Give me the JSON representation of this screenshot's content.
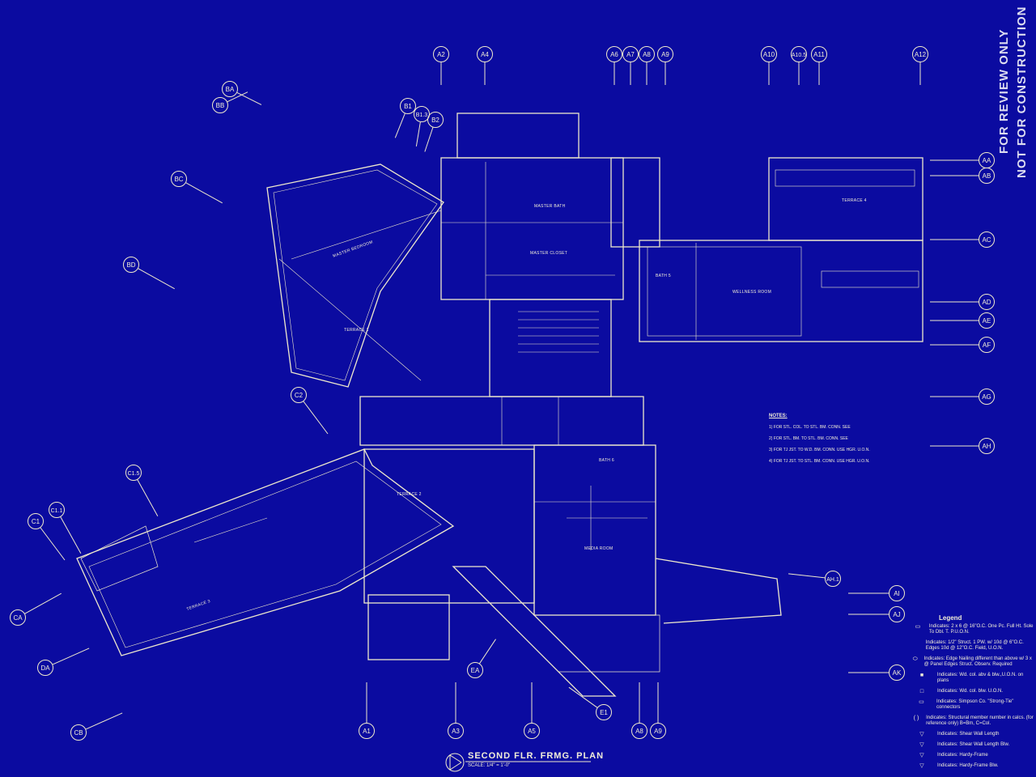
{
  "stamp": {
    "line1": "FOR REVIEW ONLY",
    "line2": "NOT FOR CONSTRUCTION"
  },
  "title": {
    "name": "SECOND FLR. FRMG. PLAN",
    "scale": "SCALE: 1/4\" = 1'-0\""
  },
  "grid_labels": [
    "A2",
    "A4",
    "A6",
    "A7",
    "A8",
    "A9",
    "A10",
    "A10.5",
    "A11",
    "A12",
    "BA",
    "BB",
    "BC",
    "BD",
    "B1",
    "B1.3",
    "B2",
    "C2",
    "C1.5",
    "C1.1",
    "C1",
    "CA",
    "DA",
    "CB",
    "AA",
    "AB",
    "AC",
    "AD",
    "AE",
    "AF",
    "AG",
    "AH",
    "AH.1",
    "AI",
    "AJ",
    "AK",
    "A1",
    "A3",
    "A5",
    "A8",
    "A9",
    "EA",
    "E1"
  ],
  "rooms": [
    "MASTER BATH",
    "MASTER CLOSET",
    "MASTER BEDROOM",
    "TERRACE 1",
    "TERRACE 2",
    "TERRACE 3",
    "TERRACE 4",
    "BATH 5",
    "WELLNESS ROOM",
    "BATH 6",
    "MEDIA ROOM"
  ],
  "notes": {
    "heading": "NOTES:",
    "items": [
      "1) FOR STL. COL. TO STL. BM. CONN. SEE",
      "2) FOR STL. BM. TO STL. BM. CONN. SEE",
      "3) FOR TJ JST. TO W.D. BM. CONN. USE    HGR. U.O.N.",
      "4) FOR TJ JST. TO STL. BM. CONN. USE    HGR. U.O.N."
    ]
  },
  "legend": {
    "title": "Legend",
    "items": [
      {
        "symbol": "▭",
        "text": "Indicates: 2 x 6 @ 16\"O.C. One Pc. Full Ht. Sole To Dbl. T. P.U.O.N."
      },
      {
        "symbol": "",
        "text": "Indicates: 1/2\" Struct. 1 PW. w/ 10d @ 6\"O.C. Edges 10d @ 12\"O.C. Field, U.O.N."
      },
      {
        "symbol": "⬭",
        "text": "Indicates: Edge Nailing different than above w/ 3 x @ Panel Edges Struct. Observ. Required"
      },
      {
        "symbol": "■",
        "text": "Indicates: Wd. col. abv & blw.,U.O.N. on plans"
      },
      {
        "symbol": "□",
        "text": "Indicates: Wd. col. blw. U.O.N."
      },
      {
        "symbol": "▭",
        "text": "Indicates: Simpson Co. \"Strong-Tie\" connectors"
      },
      {
        "symbol": "( )",
        "text": "Indicates: Structural member number in calcs. (for reference only) B=Bm, C=Col."
      },
      {
        "symbol": "▽",
        "text": "Indicates: Shear Wall Length"
      },
      {
        "symbol": "▽",
        "text": "Indicates: Shear Wall Length Blw."
      },
      {
        "symbol": "▽",
        "text": "Indicates: Hardy-Frame"
      },
      {
        "symbol": "▽",
        "text": "Indicates: Hardy-Frame Blw."
      }
    ]
  },
  "colors": {
    "background": "#0b0ba0",
    "linework": "#efe9cc"
  }
}
